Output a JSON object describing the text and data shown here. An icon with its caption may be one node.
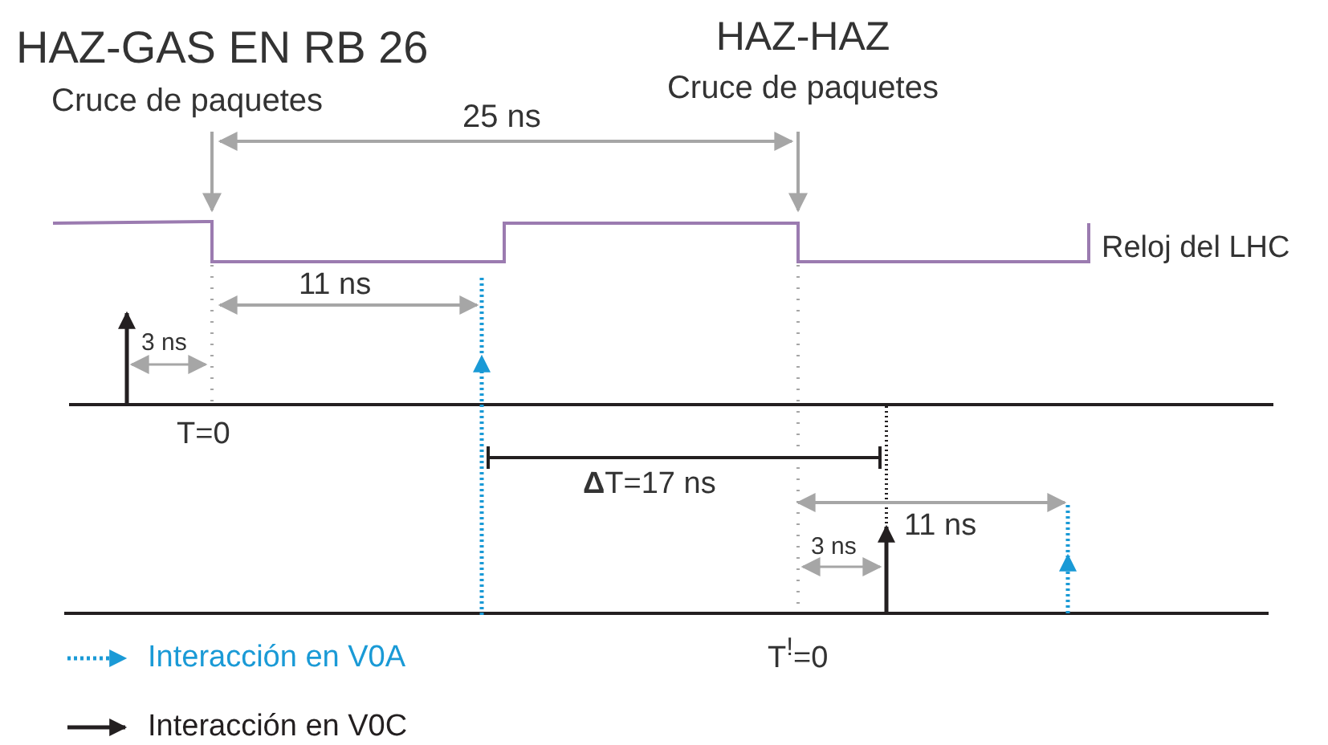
{
  "diagram": {
    "nodes": [
      {
        "text": [
          "HAZ-GAS EN RB 26",
          "Cruce de paquetes"
        ]
      },
      {
        "text": [
          "HAZ-HAZ",
          "Cruce de paquetes"
        ]
      }
    ],
    "edges": [
      {
        "from": 0,
        "to": null,
        "arrow": "to"
      },
      {
        "from": 1,
        "to": null,
        "arrow": "to"
      },
      {
        "from": 0,
        "to": 1,
        "arrow": "both",
        "label": "25 ns"
      }
    ],
    "labels": [
      "Reloj del LHC",
      "11 ns",
      "3 ns",
      "T=0",
      "**Δ**T=17 ns",
      "11 ns",
      "3 ns",
      "T$^{!}$=0"
    ],
    "legend": [
      {
        "text": "Interacción en V0A"
      },
      {
        "text": "Interacción en V0C"
      }
    ]
  }
}
